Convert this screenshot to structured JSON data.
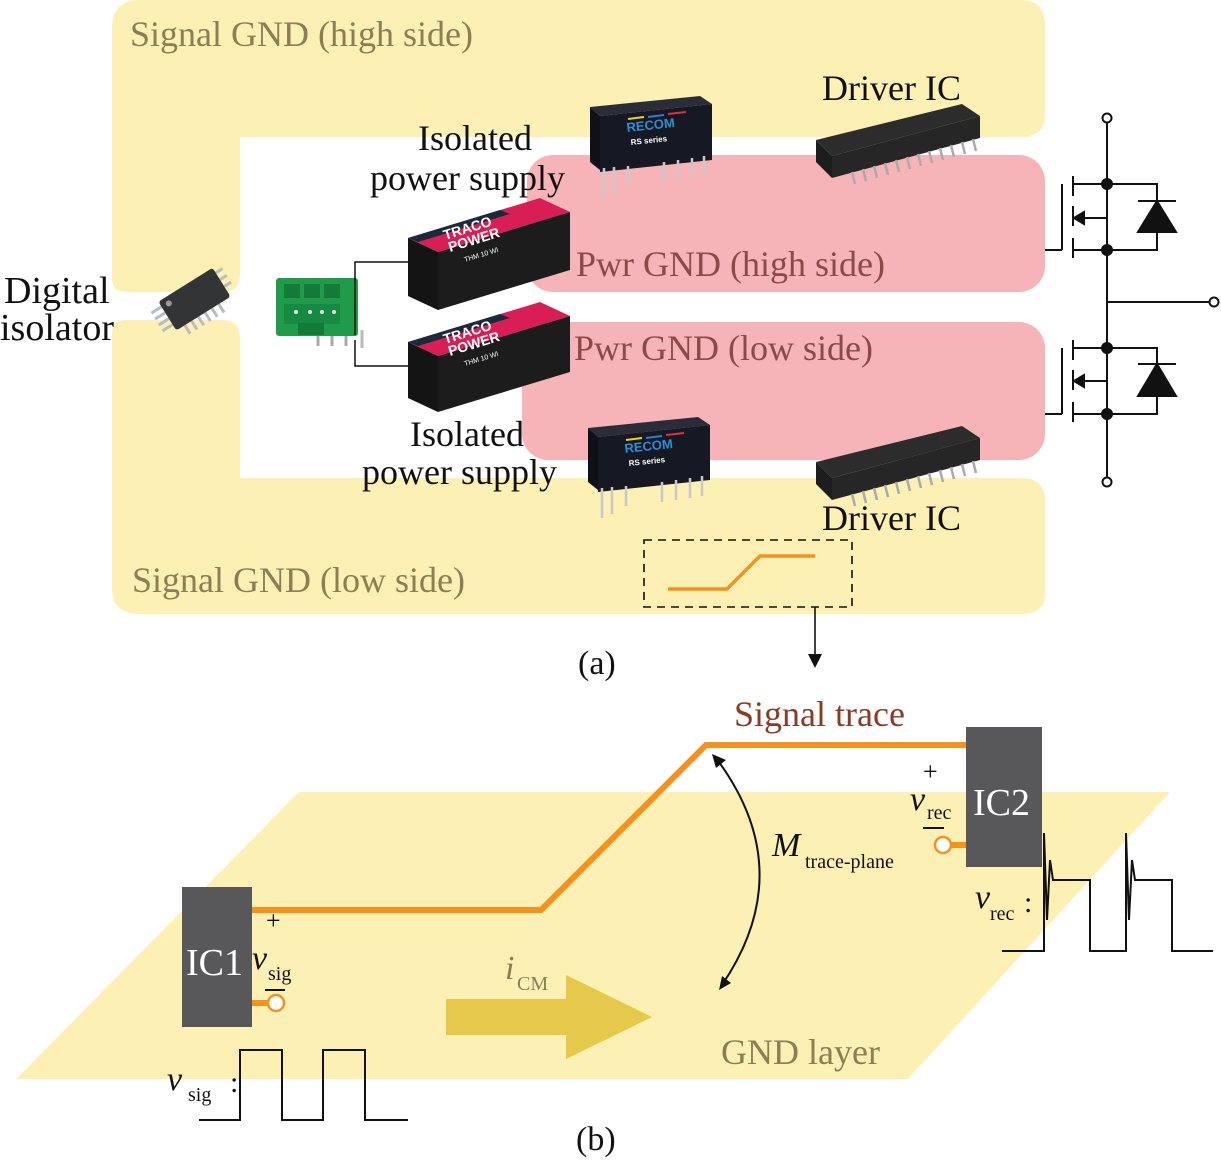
{
  "colors": {
    "signal_gnd": "#fdf0b4",
    "pwr_gnd": "#f7b4b8",
    "trace": "#f5921e",
    "ic_box": "#58585a",
    "icm_arrow": "#e6c84a",
    "olive_text": "#8e7c52",
    "rose_text": "#8a4a4a",
    "trace_label": "#8b3a24"
  },
  "panel_a": {
    "caption": "(a)",
    "regions": {
      "signal_gnd_high": "Signal GND (high side)",
      "signal_gnd_low": "Signal GND (low side)",
      "pwr_gnd_high": "Pwr GND (high side)",
      "pwr_gnd_low": "Pwr GND (low side)"
    },
    "labels": {
      "digital_isolator_line1": "Digital",
      "digital_isolator_line2": "isolator",
      "iso_ps_top_line1": "Isolated",
      "iso_ps_top_line2": "power supply",
      "iso_ps_bottom_line1": "Isolated",
      "iso_ps_bottom_line2": "power supply",
      "driver_ic_top": "Driver IC",
      "driver_ic_bottom": "Driver IC"
    },
    "components": {
      "traco_brand_line1": "TRACO",
      "traco_brand_line2": "POWER",
      "traco_model": "THM 10 WI",
      "recom_brand": "RECOM",
      "recom_series": "RS series"
    }
  },
  "panel_b": {
    "caption": "(b)",
    "signal_trace_label": "Signal trace",
    "gnd_layer_label": "GND layer",
    "ic1_label": "IC1",
    "ic2_label": "IC2",
    "plus": "+",
    "minus": "−",
    "v_symbol": "v",
    "sig_sub": "sig",
    "rec_sub": "rec",
    "colon": ":",
    "i_symbol": "i",
    "cm_sub": "CM",
    "m_symbol": "M",
    "m_sub": "trace-plane"
  }
}
